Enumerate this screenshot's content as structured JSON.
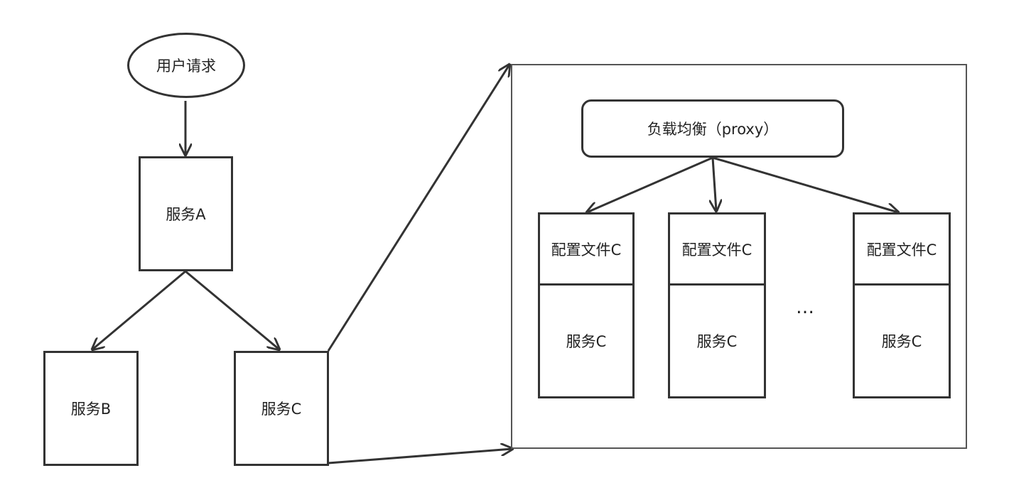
{
  "nodes": {
    "user_request": "用户请求",
    "service_a": "服务A",
    "service_b": "服务B",
    "service_c": "服务C",
    "proxy": "负载均衡（proxy）"
  },
  "instances": [
    {
      "config": "配置文件C",
      "service": "服务C"
    },
    {
      "config": "配置文件C",
      "service": "服务C"
    },
    {
      "config": "配置文件C",
      "service": "服务C"
    }
  ],
  "ellipsis": "…",
  "colors": {
    "stroke": "#333333",
    "frame": "#555555",
    "background": "#ffffff",
    "text": "#222222"
  }
}
